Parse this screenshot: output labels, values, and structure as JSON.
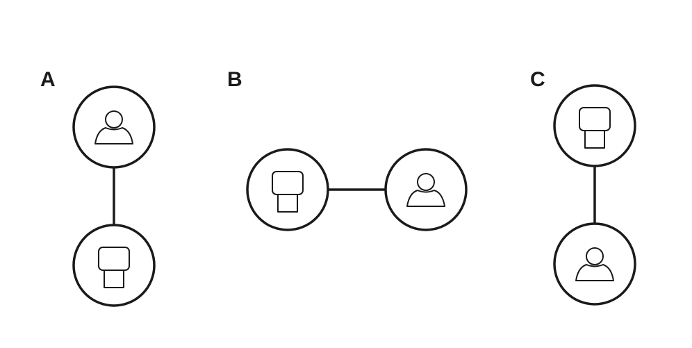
{
  "colors": {
    "stroke": "#1a1a1a",
    "background": "#ffffff"
  },
  "panels": [
    {
      "label": "A",
      "orientation": "vertical",
      "nodes": [
        "person-icon",
        "device-icon"
      ]
    },
    {
      "label": "B",
      "orientation": "horizontal",
      "nodes": [
        "device-icon",
        "person-icon"
      ]
    },
    {
      "label": "C",
      "orientation": "vertical",
      "nodes": [
        "device-icon",
        "person-icon"
      ]
    }
  ]
}
